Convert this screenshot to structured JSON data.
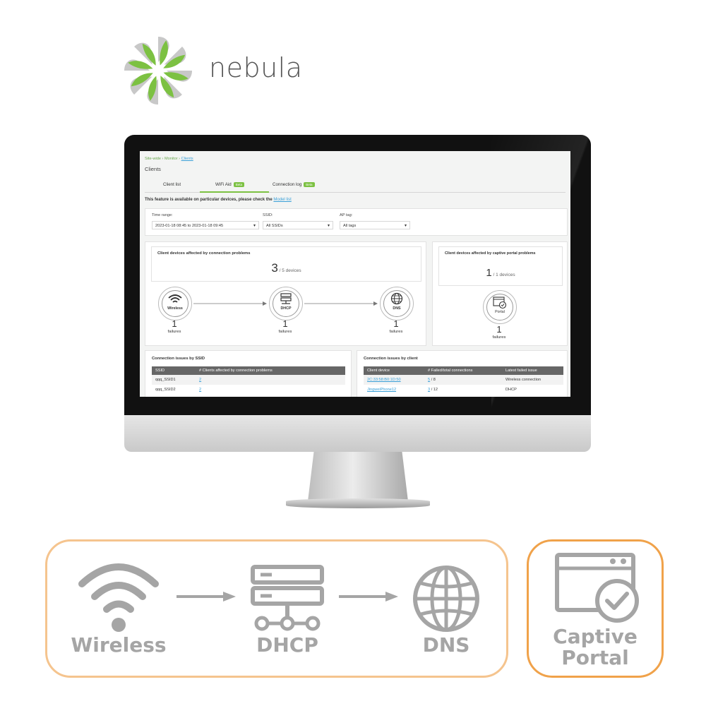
{
  "brand": {
    "name": "nebula",
    "colors": {
      "green": "#7cc142",
      "gray": "#a5a5a5"
    }
  },
  "screen": {
    "breadcrumb": {
      "path": "Site-wide › Monitor › ",
      "current": "Clients"
    },
    "page_title": "Clients",
    "tabs": [
      {
        "label": "Client list",
        "active": false,
        "badge": ""
      },
      {
        "label": "WiFi Aid",
        "active": true,
        "badge": "Beta"
      },
      {
        "label": "Connection log",
        "active": false,
        "badge": "Beta"
      }
    ],
    "notice": {
      "text": "This feature is available on particular devices, please check the ",
      "link": "Model list"
    },
    "filters": {
      "time_label": "Time range:",
      "time_value": "2023-01-18 08:45 to 2023-01-18 09:45",
      "ssid_label": "SSID:",
      "ssid_value": "All SSIDs",
      "ap_label": "AP tag:",
      "ap_value": "All tags"
    },
    "connection_panel": {
      "title": "Client devices affected by connection problems",
      "count": "3",
      "total": "/ 5 devices",
      "steps": [
        {
          "label": "Wireless",
          "failures": "1",
          "failures_label": "failures",
          "icon": "wifi-icon"
        },
        {
          "label": "DHCP",
          "failures": "1",
          "failures_label": "failures",
          "icon": "server-icon"
        },
        {
          "label": "DNS",
          "failures": "1",
          "failures_label": "failures",
          "icon": "globe-icon"
        }
      ]
    },
    "portal_panel": {
      "title": "Client devices affected by captive portal problems",
      "count": "1",
      "total": "/ 1 devices",
      "step": {
        "label": "Portal",
        "failures": "1",
        "failures_label": "failures",
        "icon": "portal-icon"
      }
    },
    "ssid_table": {
      "title": "Connection issues by SSID",
      "headers": [
        "SSID",
        "# Clients affected by connection problems"
      ],
      "rows": [
        [
          "qqq_SSID1",
          "2"
        ],
        [
          "qqq_SSID2",
          "2"
        ]
      ]
    },
    "client_table": {
      "title": "Connection issues by client",
      "headers": [
        "Client device",
        "# Failed/total connections",
        "Latest failed issue"
      ],
      "rows": [
        [
          "2C:33:58:B0:1D:50",
          "5",
          "/ 8",
          "Wireless connection"
        ],
        [
          "JingweiPhone12",
          "3",
          "/ 12",
          "DHCP"
        ]
      ]
    }
  },
  "legend": {
    "wireless": "Wireless",
    "dhcp": "DHCP",
    "dns": "DNS",
    "portal_line1": "Captive",
    "portal_line2": "Portal"
  }
}
